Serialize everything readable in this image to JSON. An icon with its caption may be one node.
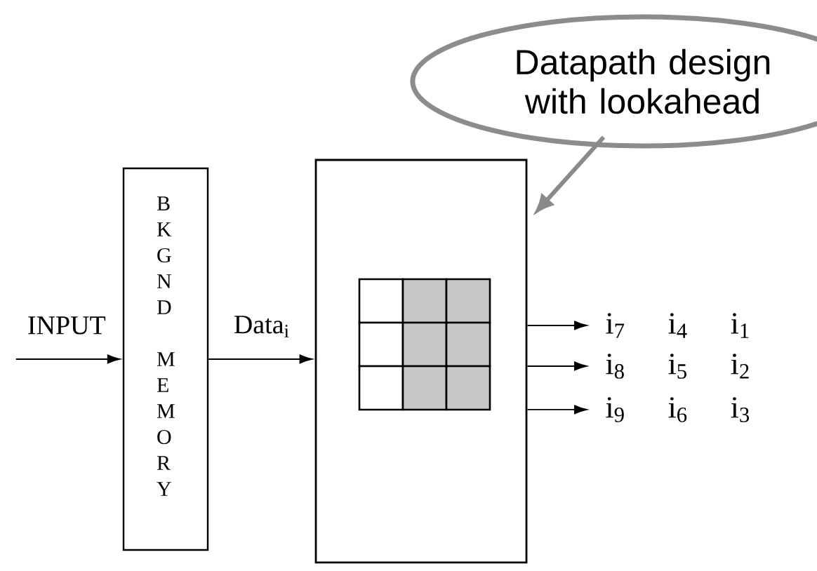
{
  "diagram": {
    "nodes": [
      {
        "text": [
          "Datapath design with lookahead"
        ]
      },
      {
        "text": [
          "BKGND MEMORY"
        ]
      },
      {
        "text": [],
        "shape": "box"
      },
      {
        "text": [
          "i$_{7}$ i$_{4}$ i$_{1}$"
        ]
      },
      {
        "text": [
          "i$_{8}$ i$_{5}$ i$_{2}$"
        ]
      },
      {
        "text": [
          "i$_{9}$ i$_{6}$ i$_{3}$"
        ]
      }
    ],
    "edges": [
      {
        "from": null,
        "to": 1,
        "arrow": "to",
        "label": "INPUT"
      },
      {
        "from": 1,
        "to": 2,
        "arrow": "to",
        "label": "Data$_{i}$"
      },
      {
        "from": 2,
        "to": 3,
        "arrow": "to"
      },
      {
        "from": 2,
        "to": 4,
        "arrow": "to"
      },
      {
        "from": 2,
        "to": 5,
        "arrow": "to"
      },
      {
        "from": 0,
        "to": 2,
        "arrow": "to",
        "style": "thick",
        "color": "#8a8a8a"
      }
    ]
  }
}
